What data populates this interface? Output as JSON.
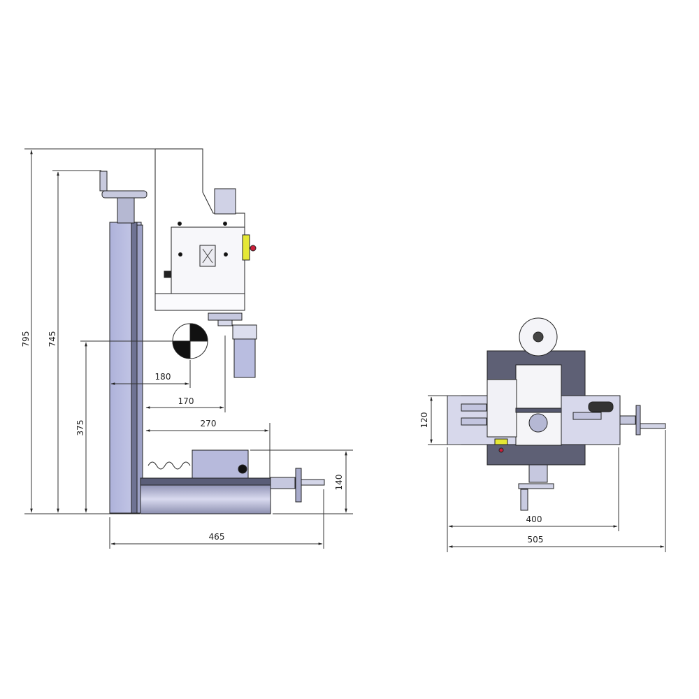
{
  "drawing": {
    "views": [
      {
        "name": "side-view",
        "description": "Milling/drilling machine side elevation"
      },
      {
        "name": "top-view",
        "description": "Milling/drilling machine plan view"
      }
    ],
    "colors": {
      "line": "#222222",
      "body": "#b9bde0",
      "body_dark": "#5a5d78",
      "panel": "#f4f4f8",
      "accent_yellow": "#e5e835",
      "accent_red": "#cc1f3a"
    }
  },
  "dimensions": {
    "side": {
      "overall_height": "795",
      "handwheel_height": "745",
      "spindle_to_table": "375",
      "throat_180": "180",
      "throat_170": "170",
      "throat_270": "270",
      "table_height": "140",
      "base_length": "465"
    },
    "top": {
      "table_depth": "120",
      "table_length": "400",
      "overall_width": "505"
    }
  }
}
